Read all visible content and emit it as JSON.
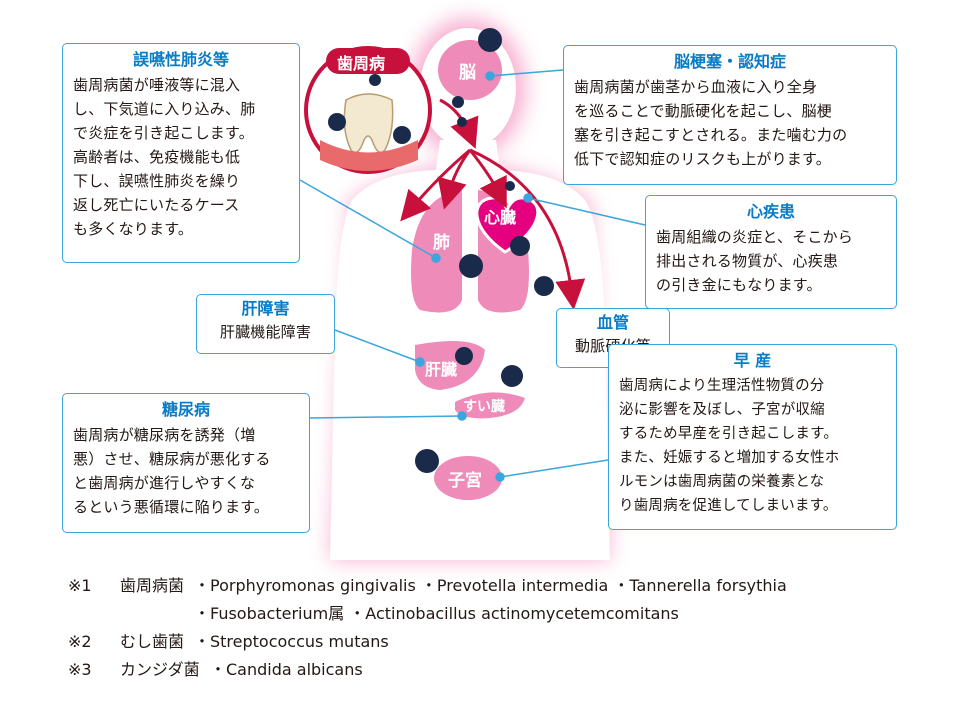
{
  "organs": {
    "brain": "脳",
    "lung": "肺",
    "heart": "心臓",
    "liver": "肝臓",
    "pancreas": "すい臓",
    "uterus": "子宮"
  },
  "perio_badge": "歯周病",
  "boxes": {
    "pneumonia": {
      "title": "誤嚥性肺炎等",
      "body": "歯周病菌が唾液等に混入\nし、下気道に入り込み、肺\nで炎症を引き起こします。\n高齢者は、免疫機能も低\n下し、誤嚥性肺炎を繰り\n返し死亡にいたるケース\nも多くなります。"
    },
    "stroke": {
      "title": "脳梗塞・認知症",
      "body": "歯周病菌が歯茎から血液に入り全身\nを巡ることで動脈硬化を起こし、脳梗\n塞を引き起こすとされる。また噛む力の\n低下で認知症のリスクも上がります。"
    },
    "heart": {
      "title": "心疾患",
      "body": "歯周組織の炎症と、そこから\n排出される物質が、心疾患\nの引き金にもなります。"
    },
    "liver": {
      "title": "肝障害",
      "body": "肝臓機能障害"
    },
    "vessel": {
      "title": "血管",
      "body": "動脈硬化等"
    },
    "preterm": {
      "title": "早 産",
      "body": "歯周病により生理活性物質の分\n泌に影響を及ぼし、子宮が収縮\nするため早産を引き起こします。\nまた、妊娠すると増加する女性ホ\nルモンは歯周病菌の栄養素とな\nり歯周病を促進してしまいます。"
    },
    "diabetes": {
      "title": "糖尿病",
      "body": "歯周病が糖尿病を誘発（増\n悪）させ、糖尿病が悪化する\nと歯周病が進行しやすくな\nるという悪循環に陥ります。"
    }
  },
  "notes": [
    {
      "mark": "※1",
      "name": "歯周病菌",
      "items": "・Porphyromonas gingivalis ・Prevotella intermedia ・Tannerella forsythia"
    },
    {
      "mark": "",
      "name": "",
      "items": "・Fusobacterium属 ・Actinobacillus actinomycetemcomitans"
    },
    {
      "mark": "※2",
      "name": "むし歯菌",
      "items": "・Streptococcus mutans"
    },
    {
      "mark": "※3",
      "name": "カンジダ菌",
      "items": "・Candida albicans"
    }
  ],
  "colors": {
    "box_border": "#3aa6dd",
    "title_blue": "#0a7cc4",
    "organ_pink": "#ee8bb8",
    "arrow_red": "#c8103c",
    "heart_magenta": "#e4007f",
    "glow_pink": "#f7a8cc"
  },
  "icons": [
    "bacteria-icon",
    "tooth-icon",
    "heart-icon",
    "arrow-icon"
  ]
}
